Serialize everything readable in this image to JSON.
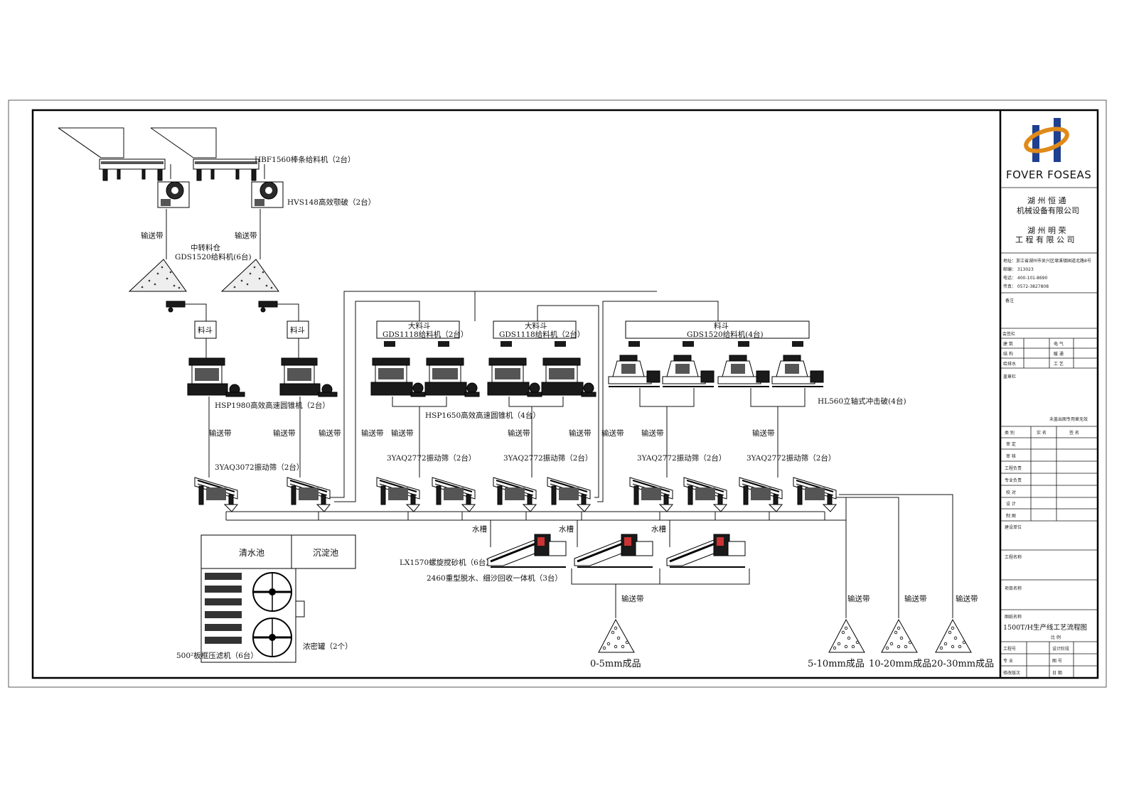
{
  "equipment": {
    "bar_feeder": "HBF1560棒条给料机（2台）",
    "jaw_crusher": "HVS148高效颚破（2台）",
    "stockpile_line1": "中转料仓",
    "stockpile_line2": "GDS1520给料机(6台)",
    "hopper": "料斗",
    "cone_1980": "HSP1980高效高速圆锥机（2台）",
    "big_hopper": "大料斗",
    "feeder_1118": "GDS1118给料机（2台）",
    "feeder_1520_4": "GDS1520给料机(4台)",
    "cone_1650": "HSP1650高效高速圆锥机（4台）",
    "vsi": "HL560立轴式冲击破(4台)",
    "screen_3072": "3YAQ3072振动筛（2台）",
    "screen_2772": "3YAQ2772振动筛（2台）",
    "sand_washer": "LX1570螺旋搅砂机（6台）",
    "dewater": "2460重型脱水、细沙回收一体机（3台）",
    "clear_pool": "清水池",
    "settle_pool": "沉淀池",
    "filter_press": "500²板框压滤机（6台）",
    "thickener": "浓密罐（2个）",
    "conveyor": "输送带",
    "water_tank": "水槽"
  },
  "products": [
    "0-5mm成品",
    "5-10mm成品",
    "10-20mm成品",
    "20-30mm成品"
  ],
  "title_block": {
    "brand": "FOVER FOSEAS",
    "company1_l1": "湖 州 恒 通",
    "company1_l2": "机械设备有限公司",
    "company2_l1": "湖 州 明 荣",
    "company2_l2": "工 程 有 限 公 司",
    "addr": "地址：浙江省湖州市吴兴区埭溪镇国道北路8号",
    "post": "邮编：  313023",
    "tel": "电话：  400-101-8690",
    "fax": "传真：  0572-3827808",
    "remark": "备注",
    "countersign": "会签栏",
    "cs_rows": [
      [
        "建  筑",
        "电  气"
      ],
      [
        "结  构",
        "暖  通"
      ],
      [
        "给排水",
        "工  艺"
      ]
    ],
    "seal": "盖章栏",
    "seal_note": "未盖出图专用章无效",
    "role_head": [
      "类  别",
      "实  名",
      "签  名"
    ],
    "roles": [
      "审  定",
      "审  核",
      "工程负责",
      "专业负责",
      "校  对",
      "设  计",
      "制  图"
    ],
    "build_unit": "建设单位",
    "project_name": "工程名称",
    "item_name": "项目名称",
    "drawing_name_label": "图纸名称",
    "drawing_name": "1500T/H生产线工艺流程图",
    "scale": "比  例",
    "bottom_rows": [
      [
        "工程号",
        "设计阶段"
      ],
      [
        "专  业",
        "图  号"
      ],
      [
        "修改版次",
        "日  期"
      ]
    ]
  }
}
